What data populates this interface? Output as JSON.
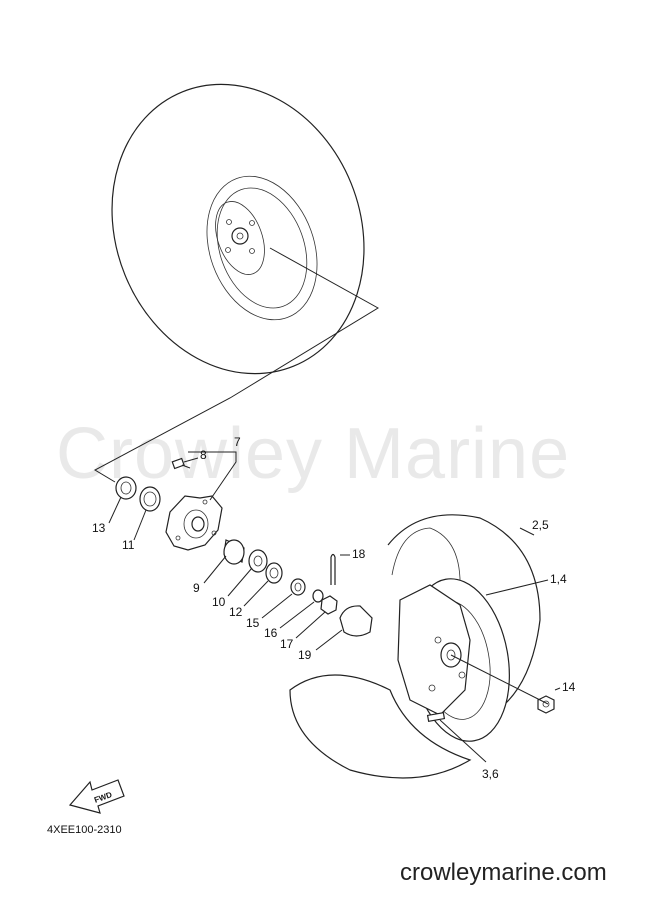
{
  "watermark": "Crowley Marine",
  "website": "crowleymarine.com",
  "diagram_code": "4XEE100-2310",
  "fwd_label": "FWD",
  "callouts": {
    "c7": "7",
    "c8": "8",
    "c13": "13",
    "c11": "11",
    "c9": "9",
    "c10": "10",
    "c12": "12",
    "c15": "15",
    "c16": "16",
    "c17": "17",
    "c18": "18",
    "c19": "19",
    "c25": "2,5",
    "c14a": "1,4",
    "c14": "14",
    "c36": "3,6"
  }
}
